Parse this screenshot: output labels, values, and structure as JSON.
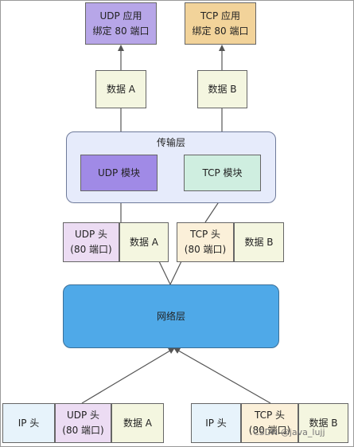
{
  "top": {
    "udp_app": {
      "line1": "UDP 应用",
      "line2": "绑定 80 端口"
    },
    "tcp_app": {
      "line1": "TCP 应用",
      "line2": "绑定 80 端口"
    },
    "data_a": "数据 A",
    "data_b": "数据 B"
  },
  "transport": {
    "title": "传输层",
    "udp_module": "UDP 模块",
    "tcp_module": "TCP 模块"
  },
  "middle": {
    "udp_header": {
      "line1": "UDP 头",
      "line2": "(80 端口)"
    },
    "data_a": "数据 A",
    "tcp_header": {
      "line1": "TCP 头",
      "line2": "(80 端口)"
    },
    "data_b": "数据 B"
  },
  "network": {
    "title": "网络层"
  },
  "bottom": {
    "left": {
      "ip_header": "IP 头",
      "udp_header": {
        "line1": "UDP 头",
        "line2": "(80 端口)"
      },
      "data_a": "数据 A"
    },
    "right": {
      "ip_header": "IP 头",
      "tcp_header": {
        "line1": "TCP 头",
        "line2": "(80 端口)"
      },
      "data_b": "数据 B"
    }
  },
  "watermark": "CSDN @java_lujj",
  "colors": {
    "udp_app": "#b7a6e8",
    "tcp_app": "#f2d39a",
    "data": "#f4f6e0",
    "transport_layer": "#e6ebfb",
    "udp_module": "#a08ae6",
    "tcp_module": "#cfeee0",
    "udp_header": "#ecdcf3",
    "tcp_header": "#fbf0d9",
    "network_layer": "#4fa9e8",
    "ip_header": "#e7f3fb"
  }
}
